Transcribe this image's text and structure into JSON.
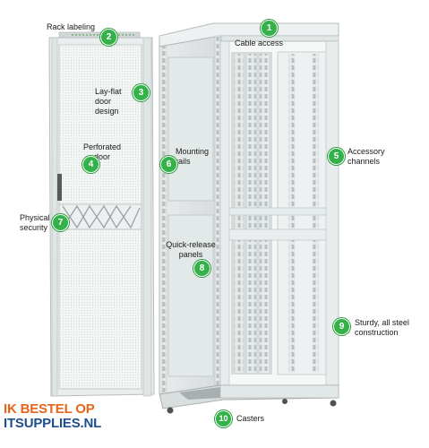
{
  "callouts": [
    {
      "num": "1",
      "label": "Cable access"
    },
    {
      "num": "2",
      "label": "Rack labeling"
    },
    {
      "num": "3",
      "label": "Lay-flat\ndoor design"
    },
    {
      "num": "4",
      "label": "Perforated\ndoor"
    },
    {
      "num": "5",
      "label": "Accessory\nchannels"
    },
    {
      "num": "6",
      "label": "Mounting\nrails"
    },
    {
      "num": "7",
      "label": "Physical\nsecurity"
    },
    {
      "num": "8",
      "label": "Quick-release\npanels"
    },
    {
      "num": "9",
      "label": "Sturdy, all steel\nconstruction"
    },
    {
      "num": "10",
      "label": "Casters"
    }
  ],
  "logo": {
    "line1": "IK BESTEL OP",
    "line2": "ITSUPPLIES.NL"
  },
  "colors": {
    "badge": "#35b14a",
    "logo_orange": "#e8641a",
    "logo_blue": "#1f4e8c"
  }
}
